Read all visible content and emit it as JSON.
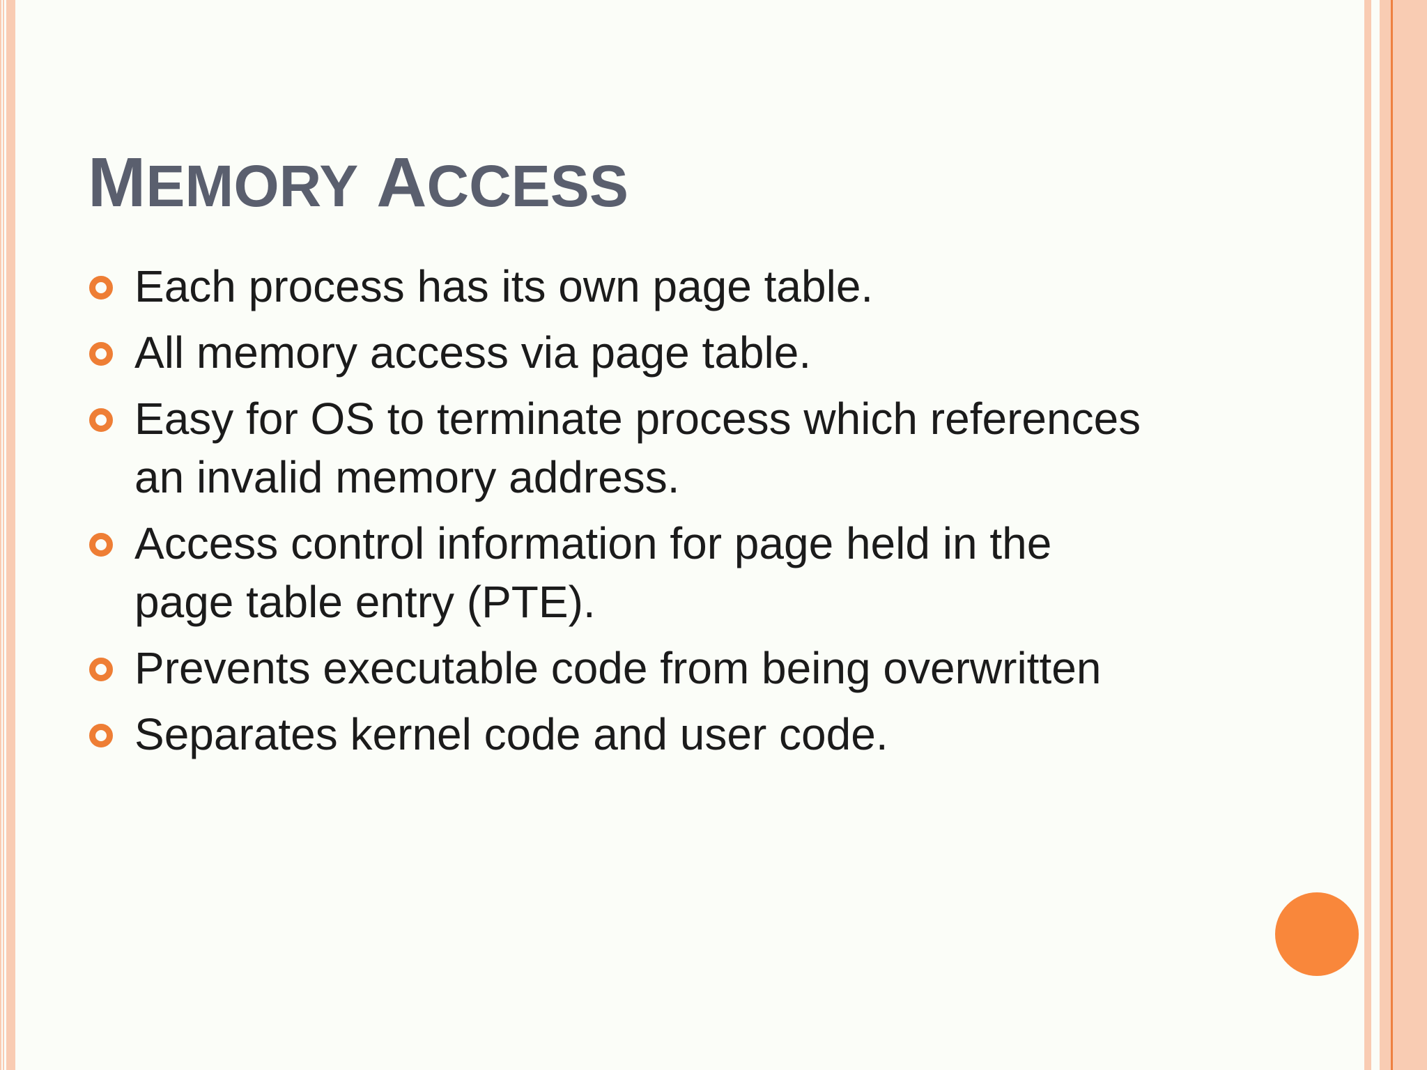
{
  "slide": {
    "title": {
      "text": "Memory Access",
      "words": [
        {
          "initial": "M",
          "rest": "EMORY"
        },
        {
          "initial": "A",
          "rest": "CCESS"
        }
      ]
    },
    "bullets": [
      {
        "lines": [
          "Each process has its own page table."
        ]
      },
      {
        "lines": [
          "All memory access via page table."
        ]
      },
      {
        "lines": [
          "Easy for OS to terminate process which references",
          "an invalid memory address."
        ]
      },
      {
        "lines": [
          "Access control information for page held in the",
          "page table entry (PTE)."
        ]
      },
      {
        "lines": [
          "Prevents executable code from being overwritten"
        ]
      },
      {
        "lines": [
          "Separates kernel code and user code."
        ]
      }
    ],
    "decorations": {
      "bullet_style": "orange-ring",
      "colors": {
        "background": "#FBFDF8",
        "title_gray": "#5A5F6E",
        "body_text": "#1B1B1B",
        "stripe_peach": "#F9CCB3",
        "stripe_line_orange": "#EF8040",
        "bullet_orange": "#EE7E35",
        "accent_circle_orange": "#F9873B"
      }
    }
  }
}
